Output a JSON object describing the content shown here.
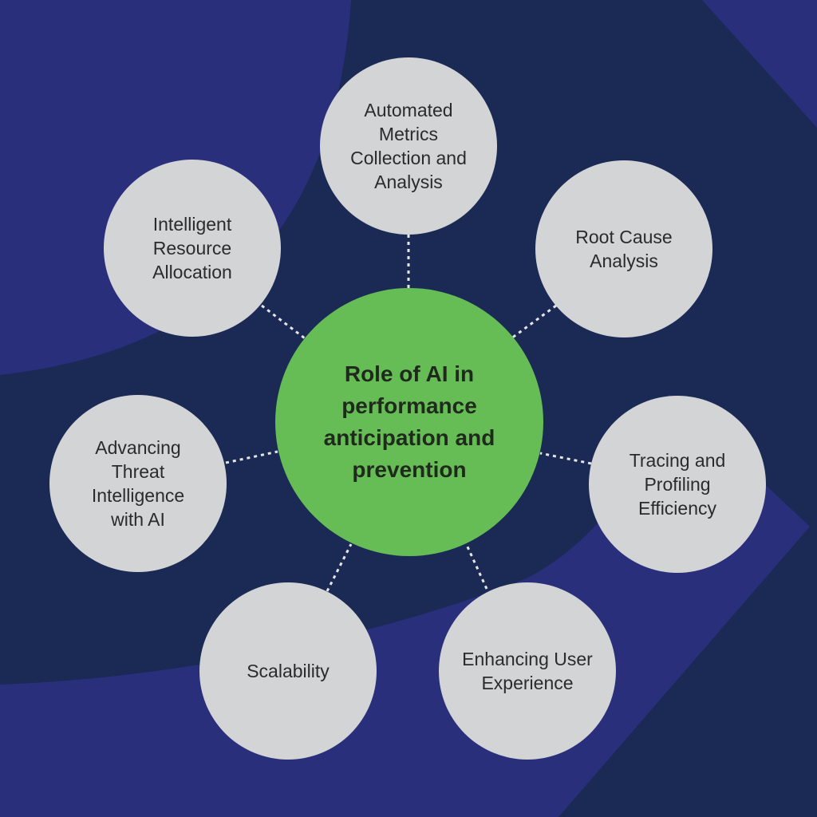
{
  "colors": {
    "background_base": "#2a2f7c",
    "background_dark": "#1a2a55",
    "hub_fill": "#66bd55",
    "node_fill": "#d3d4d6",
    "connector": "#e6e6e6"
  },
  "diagram": {
    "center": {
      "label": "Role of AI in\nperformance\nanticipation and\nprevention"
    },
    "nodes": [
      {
        "label": "Automated\nMetrics\nCollection and\nAnalysis"
      },
      {
        "label": "Root Cause\nAnalysis"
      },
      {
        "label": "Tracing and\nProfiling\nEfficiency"
      },
      {
        "label": "Enhancing User\nExperience"
      },
      {
        "label": "Scalability"
      },
      {
        "label": "Advancing\nThreat\nIntelligence\nwith AI"
      },
      {
        "label": "Intelligent\nResource\nAllocation"
      }
    ]
  }
}
